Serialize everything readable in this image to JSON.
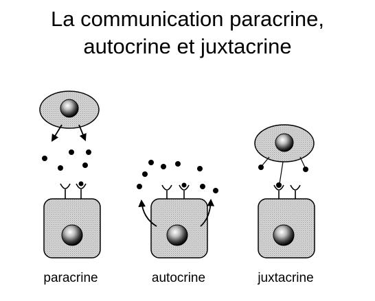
{
  "title": {
    "line1": "La communication paracrine,",
    "line2": "autocrine et juxtacrine"
  },
  "panels": [
    {
      "label": "paracrine"
    },
    {
      "label": "autocrine"
    },
    {
      "label": "juxtacrine"
    }
  ]
}
